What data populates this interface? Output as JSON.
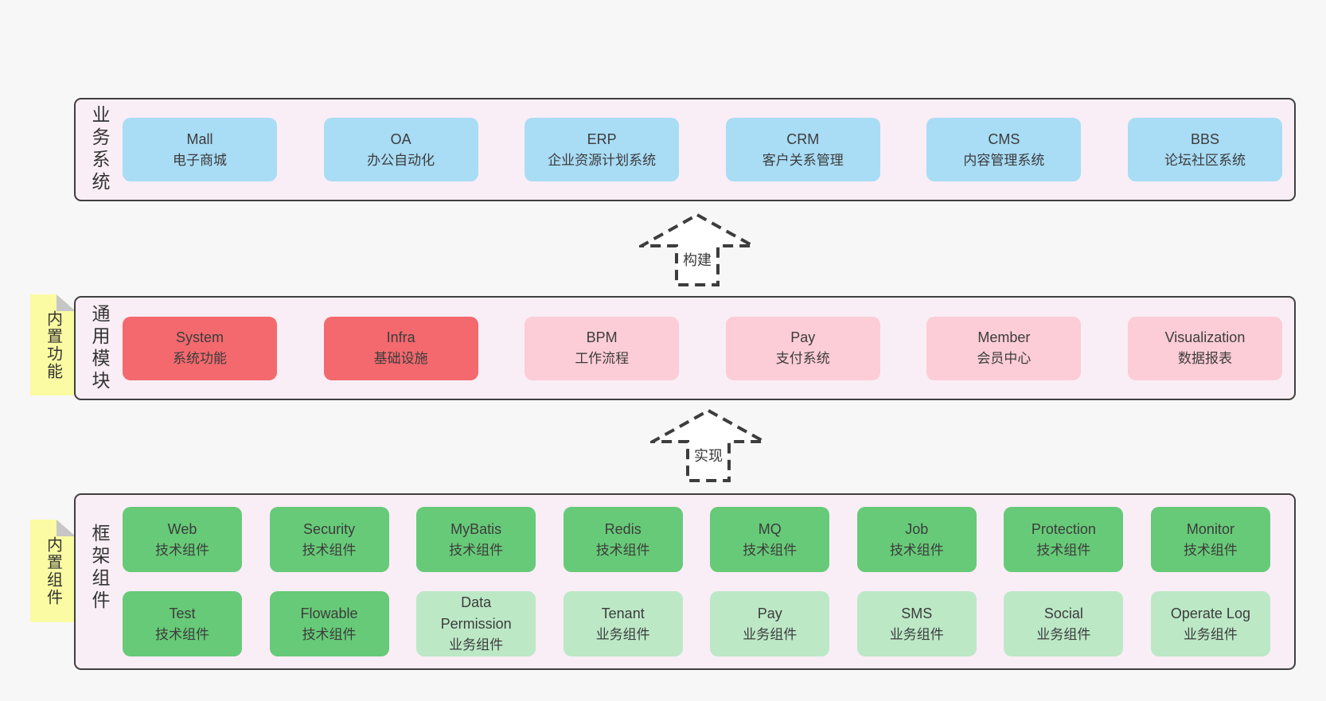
{
  "colors": {
    "page_bg": "#f7f7f7",
    "panel_bg": "#f9eef6",
    "panel_border": "#3f3f3f",
    "blue_box": "#a9dcf5",
    "red_box": "#f3696e",
    "pink_box": "#fccdd6",
    "green_box": "#67ca78",
    "light_green_box": "#bce8c6",
    "sticky_note": "#fbfba3",
    "text": "#3c3c3c"
  },
  "arrows": [
    {
      "label": "构建"
    },
    {
      "label": "实现"
    }
  ],
  "sections": [
    {
      "id": "business-systems",
      "label": "业务系统",
      "boxes": [
        {
          "title": "Mall",
          "subtitle": "电子商城",
          "type": "blue"
        },
        {
          "title": "OA",
          "subtitle": "办公自动化",
          "type": "blue"
        },
        {
          "title": "ERP",
          "subtitle": "企业资源计划系统",
          "type": "blue"
        },
        {
          "title": "CRM",
          "subtitle": "客户关系管理",
          "type": "blue"
        },
        {
          "title": "CMS",
          "subtitle": "内容管理系统",
          "type": "blue"
        },
        {
          "title": "BBS",
          "subtitle": "论坛社区系统",
          "type": "blue"
        }
      ]
    },
    {
      "id": "common-modules",
      "label": "通用模块",
      "sticky": "内置功能",
      "boxes": [
        {
          "title": "System",
          "subtitle": "系统功能",
          "type": "red"
        },
        {
          "title": "Infra",
          "subtitle": "基础设施",
          "type": "red"
        },
        {
          "title": "BPM",
          "subtitle": "工作流程",
          "type": "pink"
        },
        {
          "title": "Pay",
          "subtitle": "支付系统",
          "type": "pink"
        },
        {
          "title": "Member",
          "subtitle": "会员中心",
          "type": "pink"
        },
        {
          "title": "Visualization",
          "subtitle": "数据报表",
          "type": "pink"
        }
      ]
    },
    {
      "id": "framework-components",
      "label": "框架组件",
      "sticky": "内置组件",
      "boxes": [
        {
          "title": "Web",
          "subtitle": "技术组件",
          "type": "green"
        },
        {
          "title": "Security",
          "subtitle": "技术组件",
          "type": "green"
        },
        {
          "title": "MyBatis",
          "subtitle": "技术组件",
          "type": "green"
        },
        {
          "title": "Redis",
          "subtitle": "技术组件",
          "type": "green"
        },
        {
          "title": "MQ",
          "subtitle": "技术组件",
          "type": "green"
        },
        {
          "title": "Job",
          "subtitle": "技术组件",
          "type": "green"
        },
        {
          "title": "Protection",
          "subtitle": "技术组件",
          "type": "green"
        },
        {
          "title": "Monitor",
          "subtitle": "技术组件",
          "type": "green"
        },
        {
          "title": "Test",
          "subtitle": "技术组件",
          "type": "green"
        },
        {
          "title": "Flowable",
          "subtitle": "技术组件",
          "type": "green"
        },
        {
          "title": "Data Permission",
          "subtitle": "业务组件",
          "type": "light-green"
        },
        {
          "title": "Tenant",
          "subtitle": "业务组件",
          "type": "light-green"
        },
        {
          "title": "Pay",
          "subtitle": "业务组件",
          "type": "light-green"
        },
        {
          "title": "SMS",
          "subtitle": "业务组件",
          "type": "light-green"
        },
        {
          "title": "Social",
          "subtitle": "业务组件",
          "type": "light-green"
        },
        {
          "title": "Operate Log",
          "subtitle": "业务组件",
          "type": "light-green"
        }
      ]
    }
  ]
}
